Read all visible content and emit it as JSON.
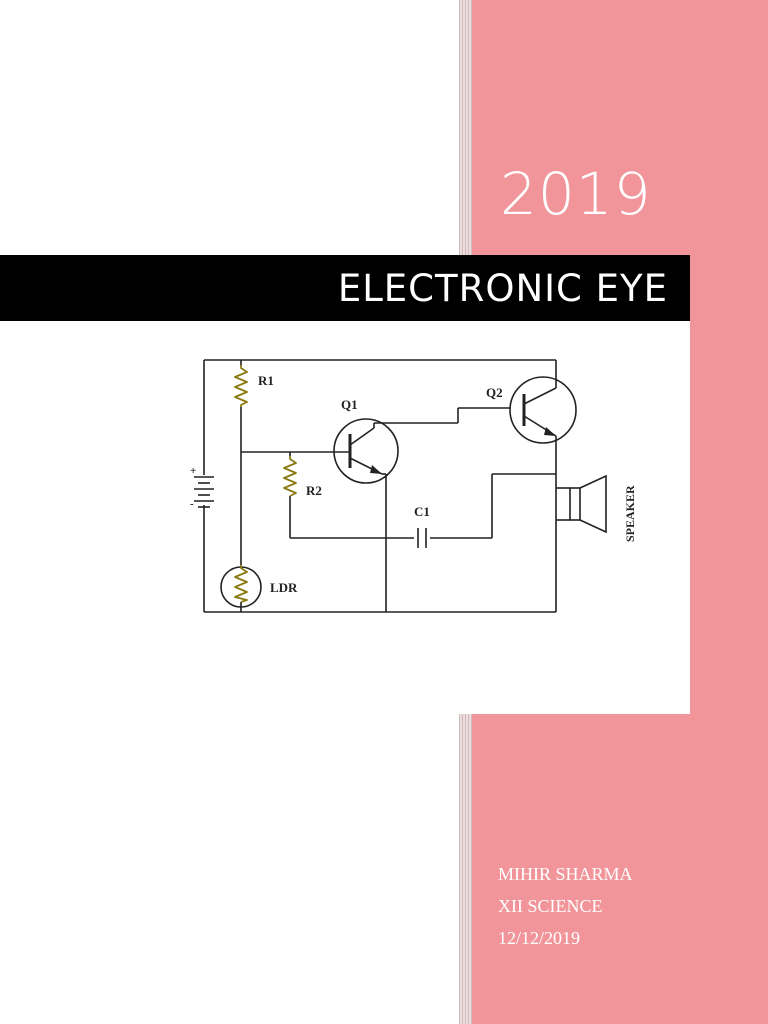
{
  "cover": {
    "year": "2019",
    "title": "ELECTRONIC EYE",
    "author": "MIHIR SHARMA",
    "class": "XII SCIENCE",
    "date": "12/12/2019"
  },
  "circuit": {
    "labels": {
      "r1": "R1",
      "r2": "R2",
      "q1": "Q1",
      "q2": "Q2",
      "c1": "C1",
      "ldr": "LDR",
      "speaker": "SPEAKER",
      "battery_plus": "+",
      "battery_minus": "-"
    }
  },
  "colors": {
    "panel": "#f1959a",
    "title_bar": "#000000",
    "resistor": "#8a7a10",
    "wire": "#222222"
  }
}
